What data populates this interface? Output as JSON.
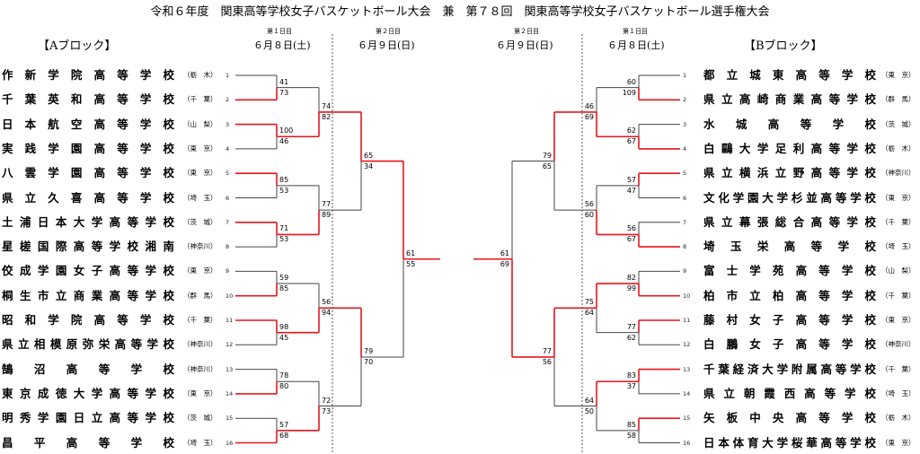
{
  "title": "令和６年度　関東高等学校女子バスケットボール大会　兼　第７８回　関東高等学校女子バスケットボール選手権大会",
  "blocks": {
    "a_label": "【Aブロック】",
    "b_label": "【Bブロック】"
  },
  "days": {
    "day1": "第１日目",
    "day2": "第２日目",
    "date1": "６月８日(土)",
    "date2": "６月９日(日)"
  },
  "colors": {
    "win_line": "#e8141d",
    "lose_line": "#444444",
    "divider": "#555555"
  },
  "block_a": {
    "teams": [
      {
        "seed": "1",
        "name": "作新学院高等学校",
        "pref": "（栃　木）"
      },
      {
        "seed": "2",
        "name": "千葉英和高等学校",
        "pref": "（千　葉）"
      },
      {
        "seed": "3",
        "name": "日本航空高等学校",
        "pref": "（山　梨）"
      },
      {
        "seed": "4",
        "name": "実践学園高等学校",
        "pref": "（東　京）"
      },
      {
        "seed": "5",
        "name": "八雲学園高等学校",
        "pref": "（東　京）"
      },
      {
        "seed": "6",
        "name": "県立久喜高等学校",
        "pref": "（埼　玉）"
      },
      {
        "seed": "7",
        "name": "土浦日本大学高等学校",
        "pref": "（茨　城）"
      },
      {
        "seed": "8",
        "name": "星槎国際高等学校湘南",
        "pref": "（神奈川）"
      },
      {
        "seed": "9",
        "name": "佼成学園女子高等学校",
        "pref": "（東　京）"
      },
      {
        "seed": "10",
        "name": "桐生市立商業高等学校",
        "pref": "（群　馬）"
      },
      {
        "seed": "11",
        "name": "昭和学院高等学校",
        "pref": "（千　葉）"
      },
      {
        "seed": "12",
        "name": "県立相模原弥栄高等学校",
        "pref": "（神奈川）"
      },
      {
        "seed": "13",
        "name": "鵠沼高等学校",
        "pref": "（神奈川）"
      },
      {
        "seed": "14",
        "name": "東京成徳大学高等学校",
        "pref": "（東　京）"
      },
      {
        "seed": "15",
        "name": "明秀学園日立高等学校",
        "pref": "（茨　城）"
      },
      {
        "seed": "16",
        "name": "昌平高等学校",
        "pref": "（埼　玉）"
      }
    ],
    "r1": [
      [
        "41",
        "73"
      ],
      [
        "100",
        "46"
      ],
      [
        "85",
        "53"
      ],
      [
        "71",
        "53"
      ],
      [
        "59",
        "85"
      ],
      [
        "98",
        "45"
      ],
      [
        "78",
        "80"
      ],
      [
        "57",
        "68"
      ]
    ],
    "r2": [
      [
        "74",
        "82"
      ],
      [
        "77",
        "89"
      ],
      [
        "56",
        "94"
      ],
      [
        "72",
        "73"
      ]
    ],
    "r3": [
      [
        "65",
        "34"
      ],
      [
        "79",
        "70"
      ]
    ],
    "r4": [
      [
        "61",
        "55"
      ]
    ]
  },
  "block_b": {
    "teams": [
      {
        "seed": "1",
        "name": "都立城東高等学校",
        "pref": "（東　京）"
      },
      {
        "seed": "2",
        "name": "県立高崎商業高等学校",
        "pref": "（群　馬）"
      },
      {
        "seed": "3",
        "name": "水城高等学校",
        "pref": "（茨　城）"
      },
      {
        "seed": "4",
        "name": "白鷗大学足利高等学校",
        "pref": "（栃　木）"
      },
      {
        "seed": "5",
        "name": "県立横浜立野高等学校",
        "pref": "（神奈川）"
      },
      {
        "seed": "6",
        "name": "文化学園大学杉並高等学校",
        "pref": "（東　京）"
      },
      {
        "seed": "7",
        "name": "県立幕張総合高等学校",
        "pref": "（千　葉）"
      },
      {
        "seed": "8",
        "name": "埼玉栄高等学校",
        "pref": "（埼　玉）"
      },
      {
        "seed": "9",
        "name": "富士学苑高等学校",
        "pref": "（山　梨）"
      },
      {
        "seed": "10",
        "name": "柏市立柏高等学校",
        "pref": "（千　葉）"
      },
      {
        "seed": "11",
        "name": "藤村女子高等学校",
        "pref": "（東　京）"
      },
      {
        "seed": "12",
        "name": "白鵬女子高等学校",
        "pref": "（神奈川）"
      },
      {
        "seed": "13",
        "name": "千葉経済大学附属高等学校",
        "pref": "（千　葉）"
      },
      {
        "seed": "14",
        "name": "県立朝霞西高等学校",
        "pref": "（埼　玉）"
      },
      {
        "seed": "15",
        "name": "矢板中央高等学校",
        "pref": "（栃　木）"
      },
      {
        "seed": "16",
        "name": "日本体育大学桜華高等学校",
        "pref": "（東　京）"
      }
    ],
    "r1": [
      [
        "60",
        "109"
      ],
      [
        "62",
        "67"
      ],
      [
        "57",
        "47"
      ],
      [
        "56",
        "67"
      ],
      [
        "82",
        "99"
      ],
      [
        "77",
        "62"
      ],
      [
        "83",
        "37"
      ],
      [
        "85",
        "58"
      ]
    ],
    "r2": [
      [
        "46",
        "69"
      ],
      [
        "56",
        "60"
      ],
      [
        "75",
        "64"
      ],
      [
        "64",
        "50"
      ]
    ],
    "r3": [
      [
        "79",
        "65"
      ],
      [
        "77",
        "56"
      ]
    ],
    "r4": [
      [
        "61",
        "69"
      ]
    ]
  }
}
